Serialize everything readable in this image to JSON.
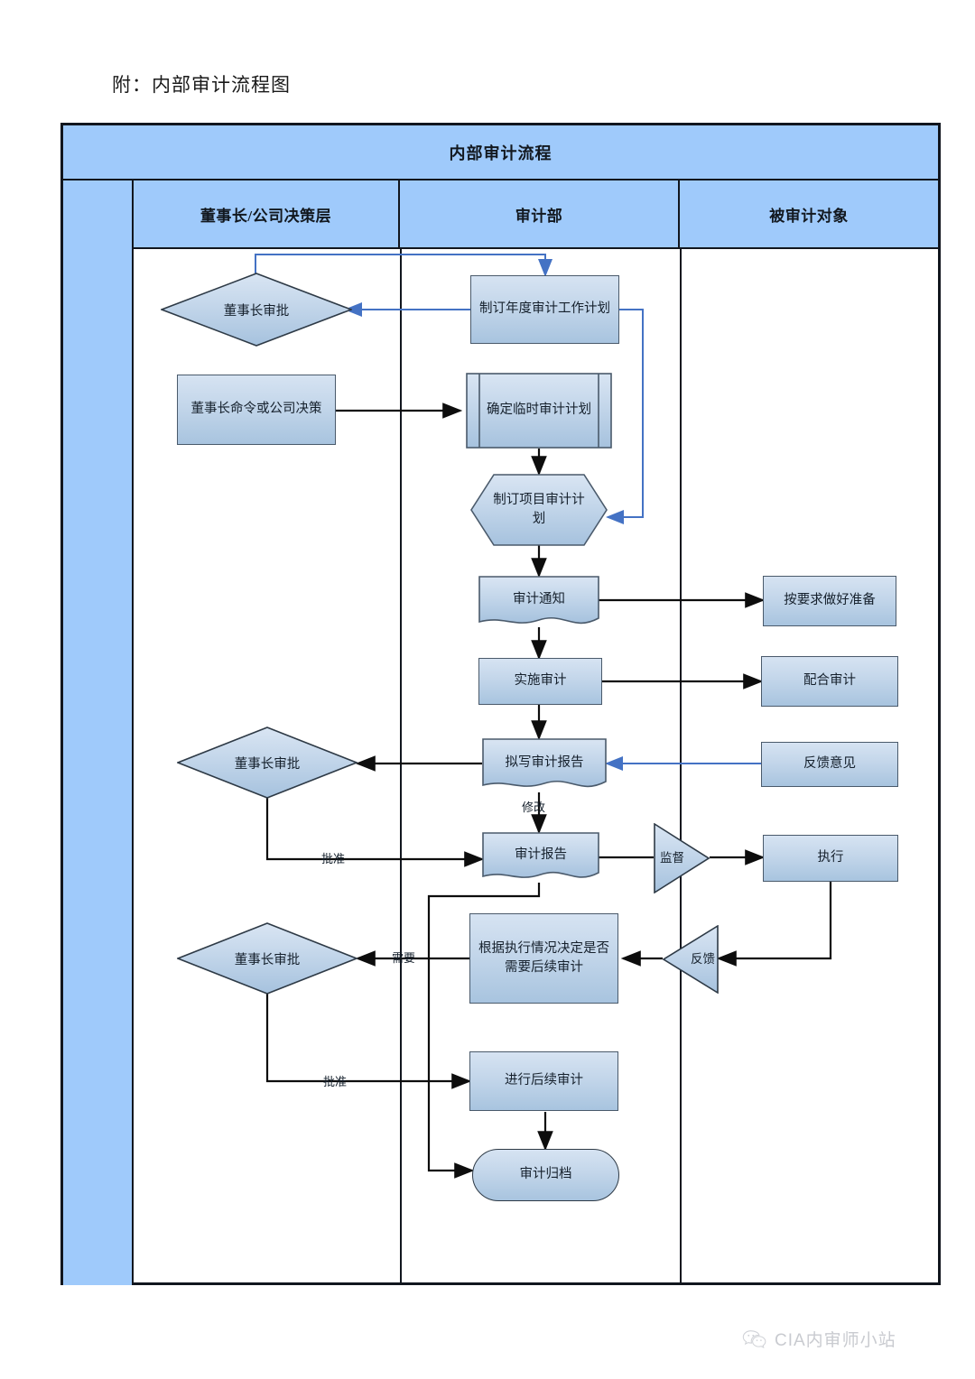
{
  "document": {
    "title": "附：内部审计流程图"
  },
  "chart_frame": {
    "band_title": "内部审计流程",
    "lanes": [
      {
        "id": "lane-chairman",
        "label": "董事长/公司决策层"
      },
      {
        "id": "lane-audit",
        "label": "审计部"
      },
      {
        "id": "lane-auditee",
        "label": "被审计对象"
      }
    ]
  },
  "nodes": {
    "annual_plan": "制订年度审计工作计划",
    "chairman_approve_1": "董事长审批",
    "chairman_order": "董事长命令或公司决策",
    "temp_plan": "确定临时审计计划",
    "project_plan": "制订项目审计计划",
    "audit_notice": "审计通知",
    "conduct_audit": "实施审计",
    "prepare_as_required": "按要求做好准备",
    "cooperate_audit": "配合审计",
    "draft_report": "拟写审计报告",
    "chairman_approve_2": "董事长审批",
    "feedback_opinion": "反馈意见",
    "audit_report": "审计报告",
    "supervise": "监督",
    "execute": "执行",
    "decide_followup": "根据执行情况决定是否需要后续审计",
    "feedback": "反馈",
    "chairman_approve_3": "董事长审批",
    "followup_audit": "进行后续审计",
    "archive": "审计归档"
  },
  "edge_labels": {
    "revise": "修改",
    "approve_1": "批准",
    "needed": "需要",
    "approve_2": "批准"
  },
  "colors": {
    "header_band": "#9fcafb",
    "node_fill_top": "#d6e3f2",
    "node_fill_bottom": "#a8c4df",
    "node_stroke": "#4a5a6b",
    "connector_black": "#0d0d0d",
    "connector_blue": "#4472c4",
    "frame_stroke": "#11161e"
  },
  "footer": {
    "icon": "wechat-icon",
    "text": "CIA内审师小站"
  }
}
